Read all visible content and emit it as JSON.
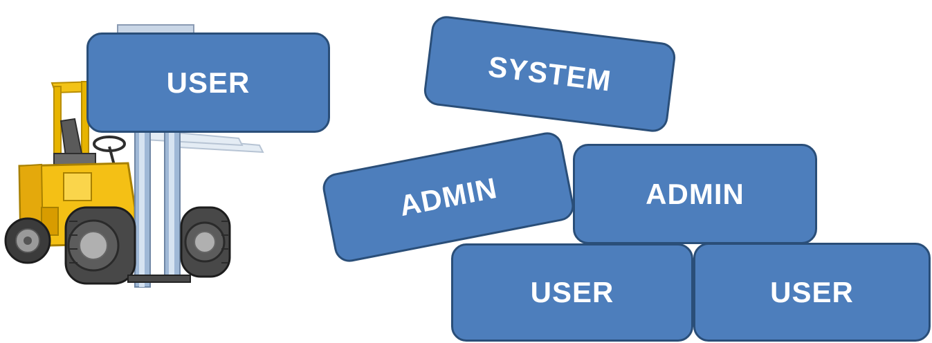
{
  "colors": {
    "block_fill": "#4d7ebc",
    "block_border": "#2a4e78",
    "label_color": "#ffffff"
  },
  "illustration": {
    "icon": "forklift-icon"
  },
  "blocks": [
    {
      "label": "USER"
    },
    {
      "label": "SYSTEM"
    },
    {
      "label": "ADMIN"
    },
    {
      "label": "ADMIN"
    },
    {
      "label": "USER"
    },
    {
      "label": "USER"
    }
  ]
}
